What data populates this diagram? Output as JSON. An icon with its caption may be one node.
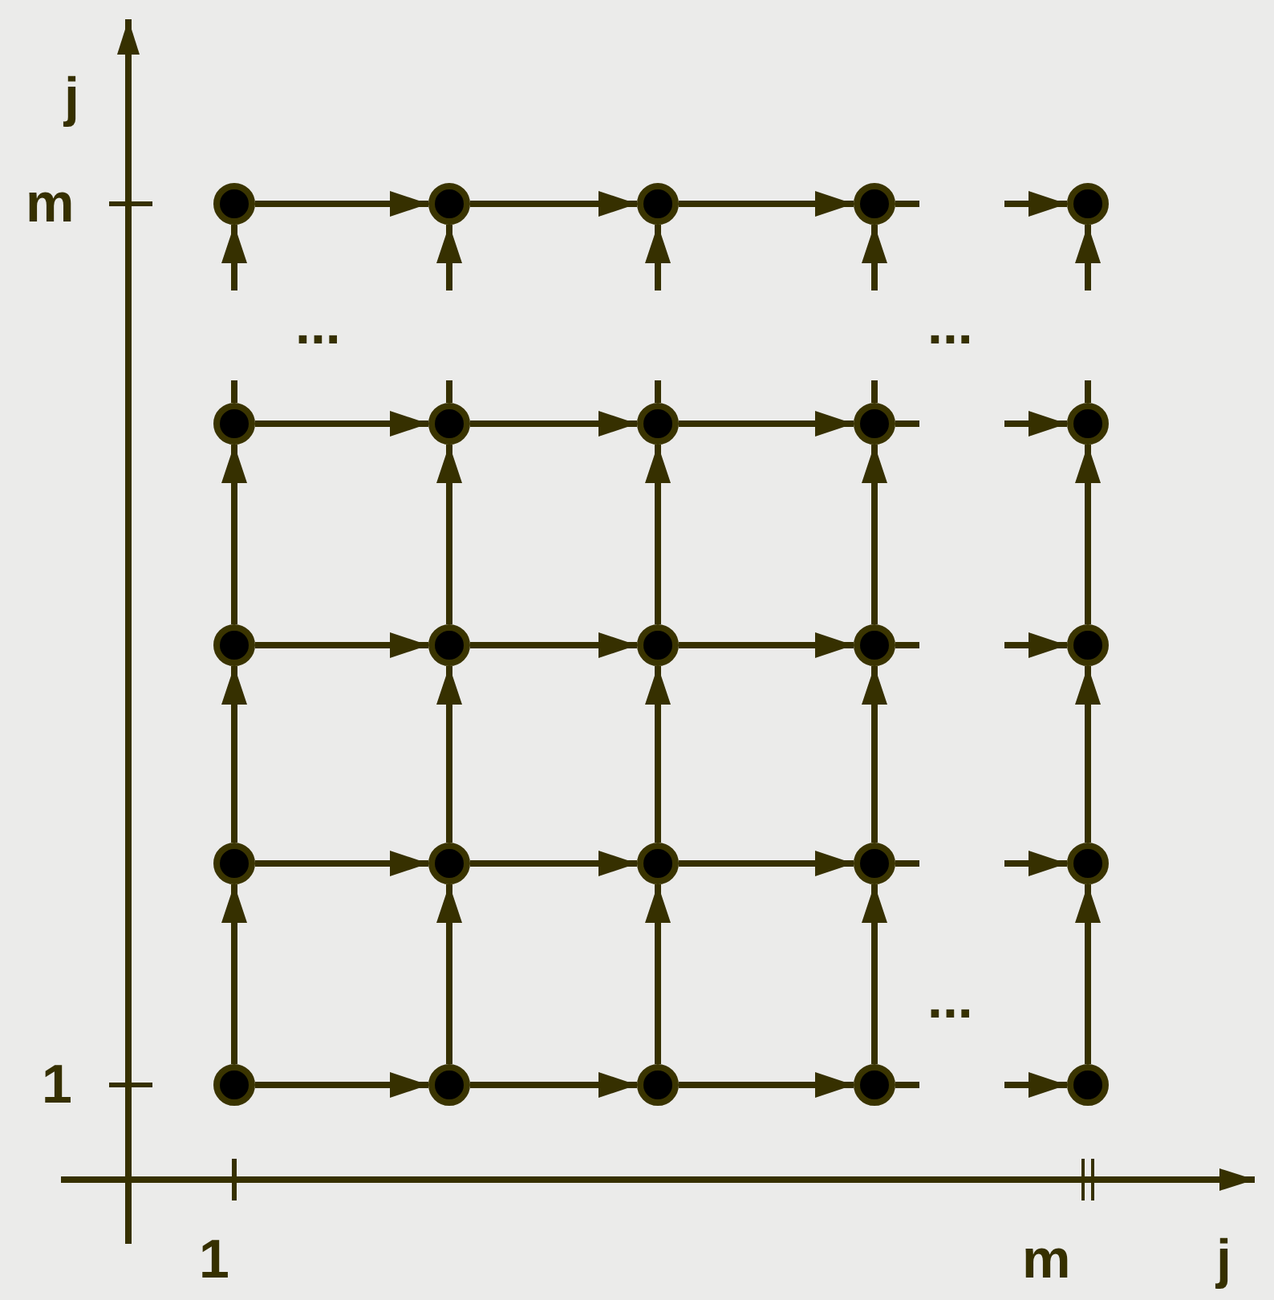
{
  "diagram": {
    "nodes": [
      {
        "text": [],
        "shape": "circle"
      },
      {
        "text": [],
        "shape": "circle"
      },
      {
        "text": [],
        "shape": "circle"
      },
      {
        "text": [],
        "shape": "circle"
      },
      {
        "text": [],
        "shape": "circle"
      },
      {
        "text": [],
        "shape": "circle"
      },
      {
        "text": [],
        "shape": "circle"
      },
      {
        "text": [],
        "shape": "circle"
      },
      {
        "text": [],
        "shape": "circle"
      },
      {
        "text": [],
        "shape": "circle"
      },
      {
        "text": [],
        "shape": "circle"
      },
      {
        "text": [],
        "shape": "circle"
      },
      {
        "text": [],
        "shape": "circle"
      },
      {
        "text": [],
        "shape": "circle"
      },
      {
        "text": [],
        "shape": "circle"
      },
      {
        "text": [],
        "shape": "circle"
      },
      {
        "text": [],
        "shape": "circle"
      },
      {
        "text": [],
        "shape": "circle"
      },
      {
        "text": [],
        "shape": "circle"
      },
      {
        "text": [],
        "shape": "circle"
      },
      {
        "text": [],
        "shape": "circle"
      },
      {
        "text": [],
        "shape": "circle"
      },
      {
        "text": [],
        "shape": "circle"
      },
      {
        "text": [],
        "shape": "circle"
      },
      {
        "text": [],
        "shape": "circle"
      }
    ],
    "edges": [
      {
        "from": 0,
        "to": 1,
        "arrow": "to"
      },
      {
        "from": 1,
        "to": 2,
        "arrow": "to"
      },
      {
        "from": 2,
        "to": 3,
        "arrow": "to"
      },
      {
        "from": 3,
        "to": null,
        "arrow": "none"
      },
      {
        "from": null,
        "to": 4,
        "arrow": "to"
      },
      {
        "from": 5,
        "to": 6,
        "arrow": "to"
      },
      {
        "from": 6,
        "to": 7,
        "arrow": "to"
      },
      {
        "from": 7,
        "to": 8,
        "arrow": "to"
      },
      {
        "from": 8,
        "to": null,
        "arrow": "none"
      },
      {
        "from": null,
        "to": 9,
        "arrow": "to"
      },
      {
        "from": 10,
        "to": 11,
        "arrow": "to"
      },
      {
        "from": 11,
        "to": 12,
        "arrow": "to"
      },
      {
        "from": 12,
        "to": 13,
        "arrow": "to"
      },
      {
        "from": 13,
        "to": null,
        "arrow": "none"
      },
      {
        "from": null,
        "to": 14,
        "arrow": "to"
      },
      {
        "from": 15,
        "to": 16,
        "arrow": "to"
      },
      {
        "from": 16,
        "to": 17,
        "arrow": "to"
      },
      {
        "from": 17,
        "to": 18,
        "arrow": "to"
      },
      {
        "from": 18,
        "to": null,
        "arrow": "none"
      },
      {
        "from": null,
        "to": 19,
        "arrow": "to"
      },
      {
        "from": 20,
        "to": 21,
        "arrow": "to"
      },
      {
        "from": 21,
        "to": 22,
        "arrow": "to"
      },
      {
        "from": 22,
        "to": 23,
        "arrow": "to"
      },
      {
        "from": 23,
        "to": null,
        "arrow": "none"
      },
      {
        "from": null,
        "to": 24,
        "arrow": "to"
      },
      {
        "from": null,
        "to": 0,
        "arrow": "to"
      },
      {
        "from": 5,
        "to": null,
        "arrow": "none"
      },
      {
        "from": 10,
        "to": 5,
        "arrow": "to"
      },
      {
        "from": 15,
        "to": 10,
        "arrow": "to"
      },
      {
        "from": 20,
        "to": 15,
        "arrow": "to"
      },
      {
        "from": null,
        "to": 1,
        "arrow": "to"
      },
      {
        "from": 6,
        "to": null,
        "arrow": "none"
      },
      {
        "from": 11,
        "to": 6,
        "arrow": "to"
      },
      {
        "from": 16,
        "to": 11,
        "arrow": "to"
      },
      {
        "from": 21,
        "to": 16,
        "arrow": "to"
      },
      {
        "from": null,
        "to": 2,
        "arrow": "to"
      },
      {
        "from": 7,
        "to": null,
        "arrow": "none"
      },
      {
        "from": 12,
        "to": 7,
        "arrow": "to"
      },
      {
        "from": 17,
        "to": 12,
        "arrow": "to"
      },
      {
        "from": 22,
        "to": 17,
        "arrow": "to"
      },
      {
        "from": null,
        "to": 3,
        "arrow": "to"
      },
      {
        "from": 8,
        "to": null,
        "arrow": "none"
      },
      {
        "from": 13,
        "to": 8,
        "arrow": "to"
      },
      {
        "from": 18,
        "to": 13,
        "arrow": "to"
      },
      {
        "from": 23,
        "to": 18,
        "arrow": "to"
      },
      {
        "from": null,
        "to": 4,
        "arrow": "to"
      },
      {
        "from": 9,
        "to": null,
        "arrow": "none"
      },
      {
        "from": 14,
        "to": 9,
        "arrow": "to"
      },
      {
        "from": 19,
        "to": 14,
        "arrow": "to"
      },
      {
        "from": 24,
        "to": 19,
        "arrow": "to"
      }
    ],
    "labels": [
      "j",
      "m",
      "...",
      "...",
      "...",
      "1",
      "1",
      "m",
      "j"
    ]
  }
}
